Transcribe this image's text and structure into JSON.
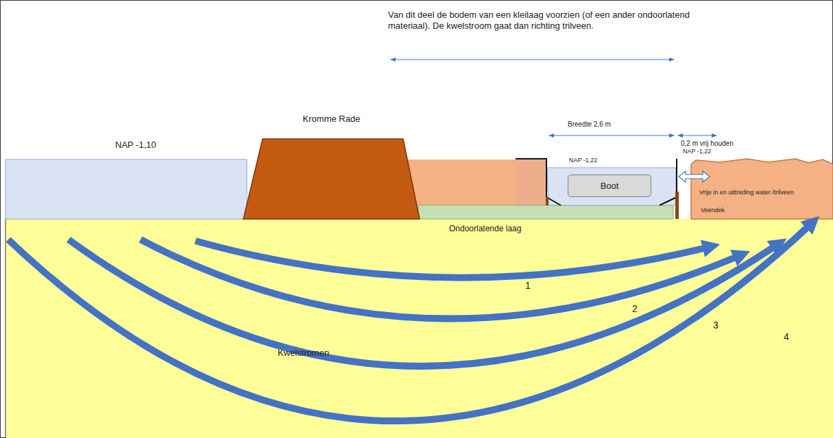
{
  "diagram": {
    "nodes": [
      {
        "text": [
          "Kromme Rade"
        ]
      },
      {
        "text": [
          "Boot"
        ]
      }
    ],
    "labels": [
      "Van dit deel de bodem van een kleilaag voorzien (of een ander ondoorlatend materiaal). De kwelstroom gaat dan richting trilveen.",
      "NAP -1,10",
      "Breedte 2,6 m",
      "0,2 m vrij houden",
      "NAP -1,22",
      "NAP -1,22",
      "Vrije in en uittreding water /trilveen",
      "Veendek",
      "Ondoorlatende laag",
      "1",
      "2",
      "3",
      "4",
      "Kwelstromen"
    ]
  }
}
